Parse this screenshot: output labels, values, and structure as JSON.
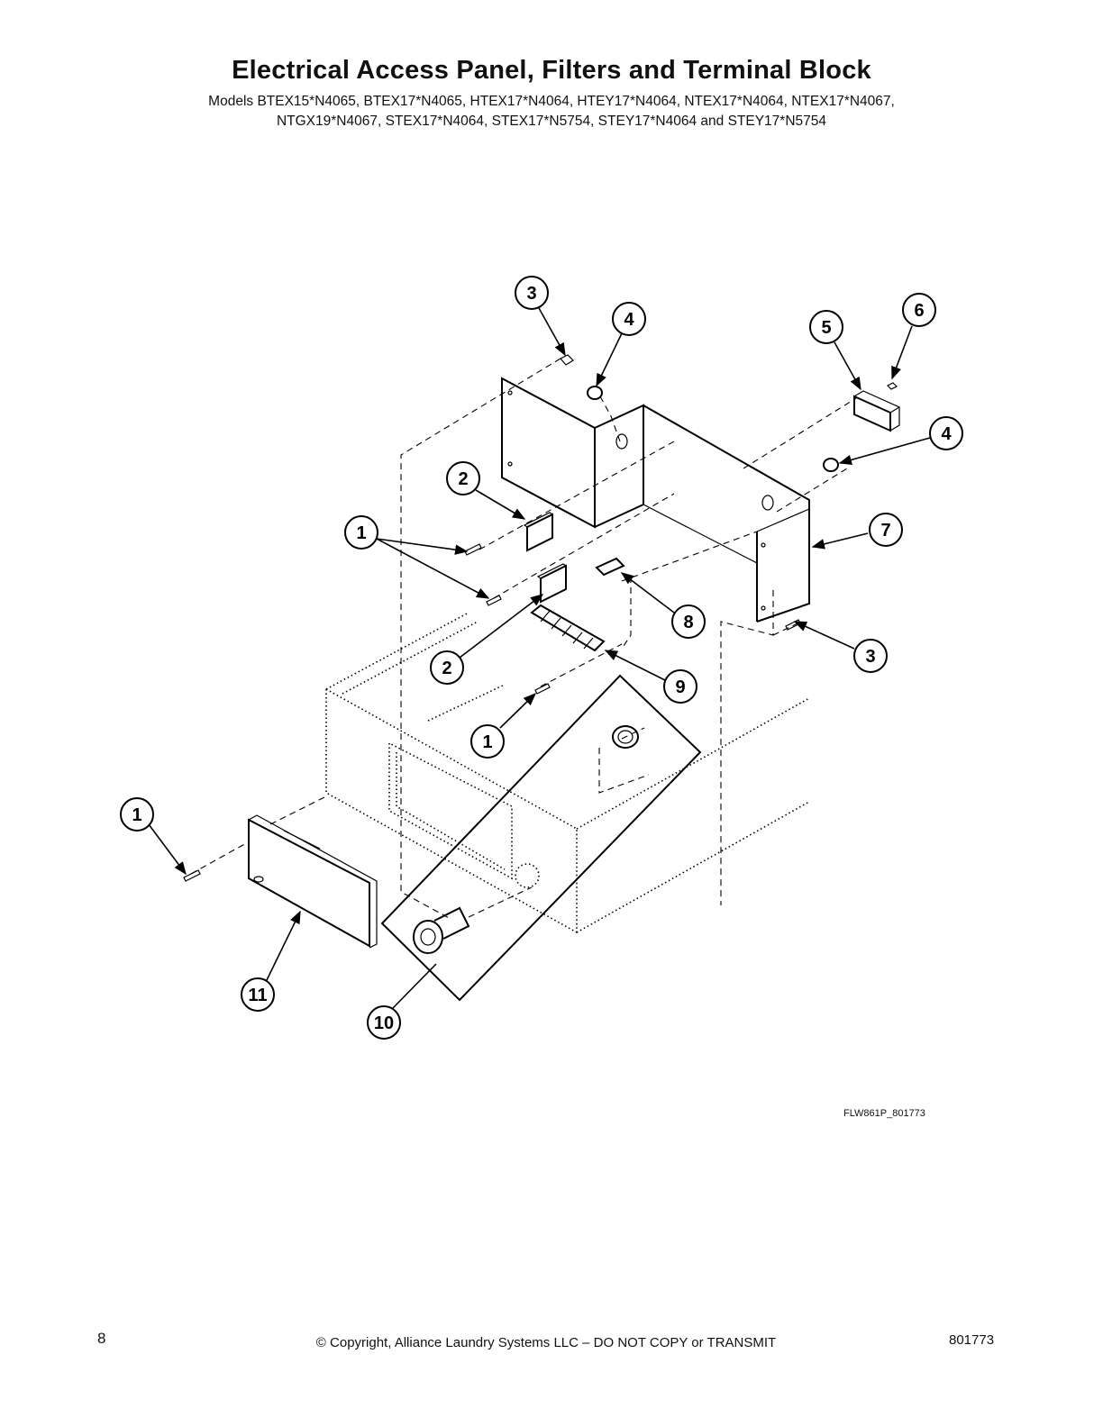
{
  "header": {
    "title": "Electrical Access Panel, Filters and Terminal Block",
    "models_line1": "Models BTEX15*N4065, BTEX17*N4065, HTEX17*N4064, HTEY17*N4064, NTEX17*N4064, NTEX17*N4067,",
    "models_line2": "NTGX19*N4067, STEX17*N4064, STEX17*N5754, STEY17*N4064 and STEY17*N5754"
  },
  "diagram": {
    "drawing_id": "FLW861P_801773",
    "callouts": [
      "3",
      "4",
      "6",
      "5",
      "4",
      "2",
      "1",
      "7",
      "8",
      "3",
      "2",
      "9",
      "1",
      "1",
      "11",
      "10"
    ]
  },
  "footer": {
    "page_number": "8",
    "copyright": "© Copyright, Alliance Laundry Systems LLC – DO NOT COPY or TRANSMIT",
    "doc_number": "801773"
  }
}
